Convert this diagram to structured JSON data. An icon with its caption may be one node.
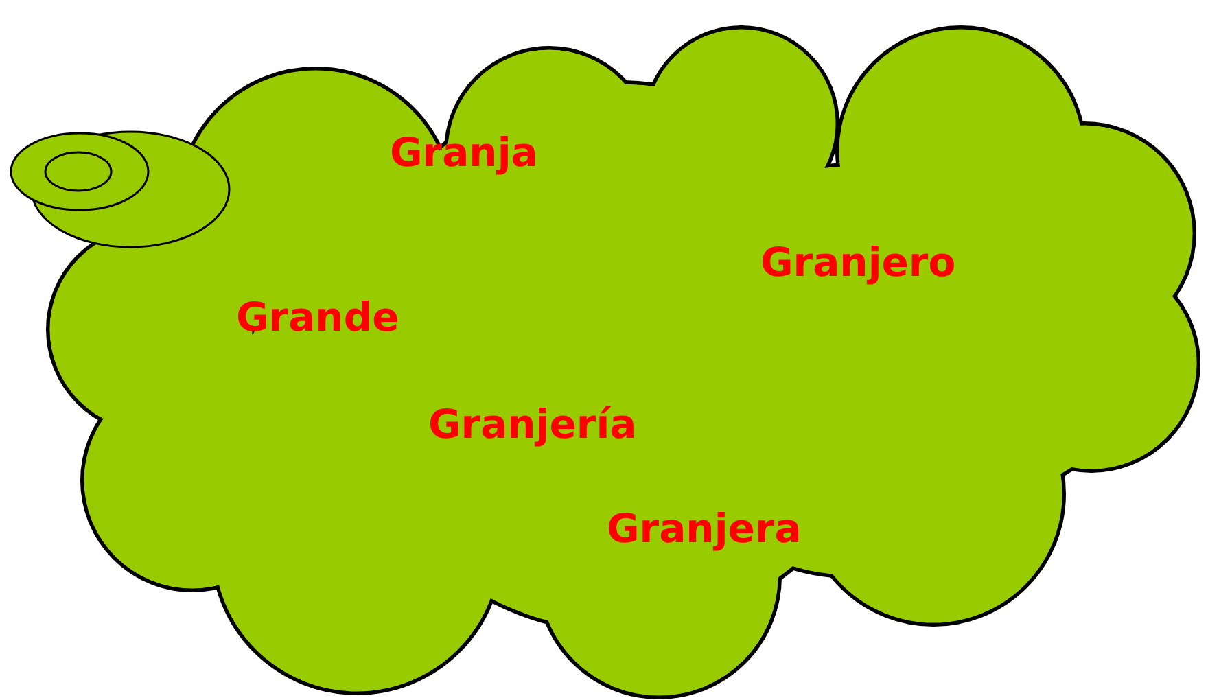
{
  "diagram": {
    "nodes": [
      {
        "text": [
          "Granja",
          "Granjero",
          "Grande",
          "Granjería",
          "Granjera"
        ]
      }
    ]
  }
}
